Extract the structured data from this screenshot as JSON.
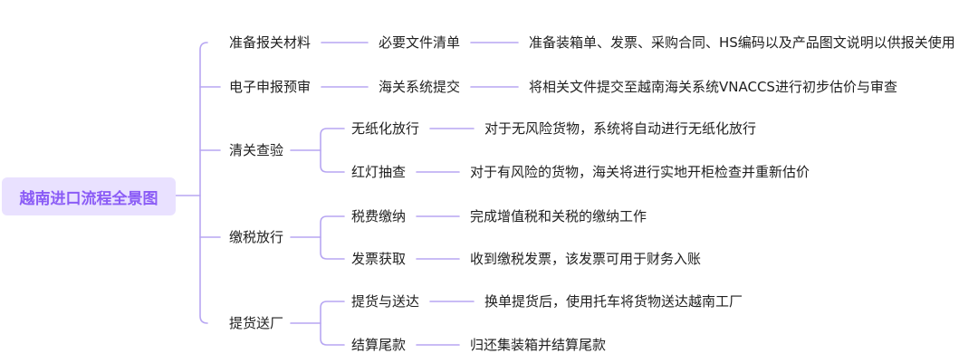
{
  "colors": {
    "line": "#b7a6f2",
    "root_bg": "#e9e1ff",
    "root_text": "#8b5cf6",
    "text": "#1f1f1f"
  },
  "root": {
    "label": "越南进口流程全景图"
  },
  "branches": [
    {
      "label": "准备报关材料",
      "children": [
        {
          "label": "必要文件清单",
          "detail": "准备装箱单、发票、采购合同、HS编码以及产品图文说明以供报关使用"
        }
      ]
    },
    {
      "label": "电子申报预审",
      "children": [
        {
          "label": "海关系统提交",
          "detail": "将相关文件提交至越南海关系统VNACCS进行初步估价与审查"
        }
      ]
    },
    {
      "label": "清关查验",
      "children": [
        {
          "label": "无纸化放行",
          "detail": "对于无风险货物，系统将自动进行无纸化放行"
        },
        {
          "label": "红灯抽查",
          "detail": "对于有风险的货物，海关将进行实地开柜检查并重新估价"
        }
      ]
    },
    {
      "label": "缴税放行",
      "children": [
        {
          "label": "税费缴纳",
          "detail": "完成增值税和关税的缴纳工作"
        },
        {
          "label": "发票获取",
          "detail": "收到缴税发票，该发票可用于财务入账"
        }
      ]
    },
    {
      "label": "提货送厂",
      "children": [
        {
          "label": "提货与送达",
          "detail": "换单提货后，使用托车将货物送达越南工厂"
        },
        {
          "label": "结算尾款",
          "detail": "归还集装箱并结算尾款"
        }
      ]
    }
  ]
}
